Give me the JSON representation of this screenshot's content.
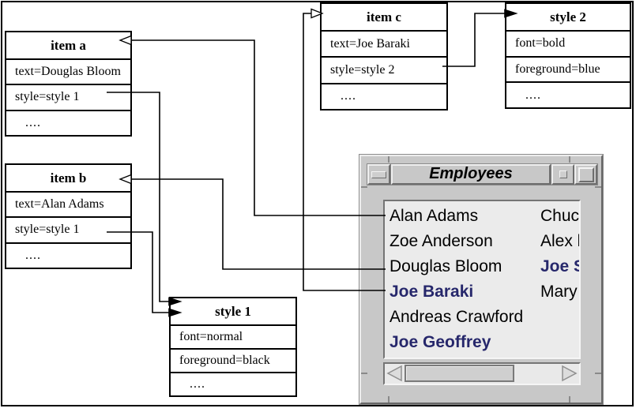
{
  "canvas": {
    "bg": "#ffffff",
    "border_color": "#000000"
  },
  "diagram": {
    "boxes": {
      "item_a": {
        "title": "item a",
        "rows": [
          "text=Douglas Bloom",
          "style=style 1",
          "...."
        ]
      },
      "item_b": {
        "title": "item b",
        "rows": [
          "text=Alan Adams",
          "style=style 1",
          "...."
        ]
      },
      "item_c": {
        "title": "item c",
        "rows": [
          "text=Joe Baraki",
          "style=style 2",
          "...."
        ]
      },
      "style_1": {
        "title": "style 1",
        "rows": [
          "font=normal",
          "foreground=black",
          "...."
        ]
      },
      "style_2": {
        "title": "style 2",
        "rows": [
          "font=bold",
          "foreground=blue",
          "...."
        ]
      }
    },
    "connections": [
      {
        "from": "list row Alan Adams",
        "to": "item a"
      },
      {
        "from": "list row Douglas Bloom",
        "to": "item b"
      },
      {
        "from": "list row Joe Baraki",
        "to": "item c"
      },
      {
        "from": "item a style row",
        "to": "style 1"
      },
      {
        "from": "item b style row",
        "to": "style 1"
      },
      {
        "from": "item c style row",
        "to": "style 2"
      }
    ]
  },
  "window": {
    "title": "Employees",
    "list": {
      "column1": [
        {
          "text": "Alan Adams",
          "styled": false
        },
        {
          "text": "Zoe Anderson",
          "styled": false
        },
        {
          "text": "Douglas Bloom",
          "styled": false
        },
        {
          "text": "Joe Baraki",
          "styled": true
        },
        {
          "text": "Andreas Crawford",
          "styled": false
        },
        {
          "text": "Joe Geoffrey",
          "styled": true
        }
      ],
      "column2": [
        {
          "text": "Chuck",
          "styled": false
        },
        {
          "text": "Alex l",
          "styled": false
        },
        {
          "text": "Joe S",
          "styled": true
        },
        {
          "text": "Mary",
          "styled": false
        }
      ]
    },
    "icons": {
      "window_menu": "horizontal-bar",
      "minimize": "small-square",
      "maximize": "large-square",
      "scroll_left": "left-triangle",
      "scroll_right": "right-triangle"
    },
    "colors": {
      "frame": "#c8c8c8",
      "list_bg": "#ebebeb",
      "styled_text": "#26276b",
      "plain_text": "#000000"
    }
  }
}
